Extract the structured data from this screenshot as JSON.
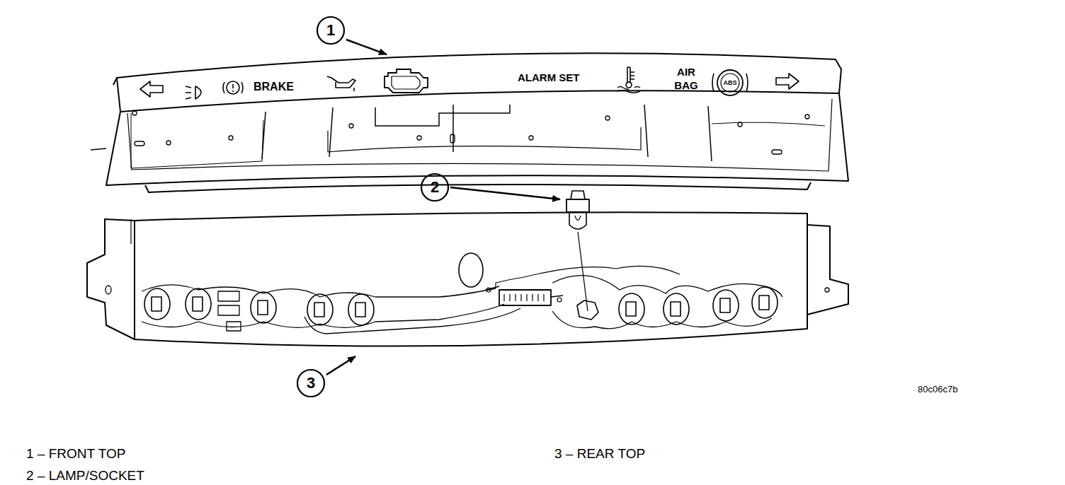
{
  "diagram": {
    "labels": [
      "BRAKE",
      "ALARM SET",
      "AIR BAG",
      "ABS",
      "1",
      "2",
      "3",
      "80c06c7b",
      "1 – FRONT TOP",
      "2 – LAMP/SOCKET",
      "3 – REAR TOP"
    ]
  }
}
